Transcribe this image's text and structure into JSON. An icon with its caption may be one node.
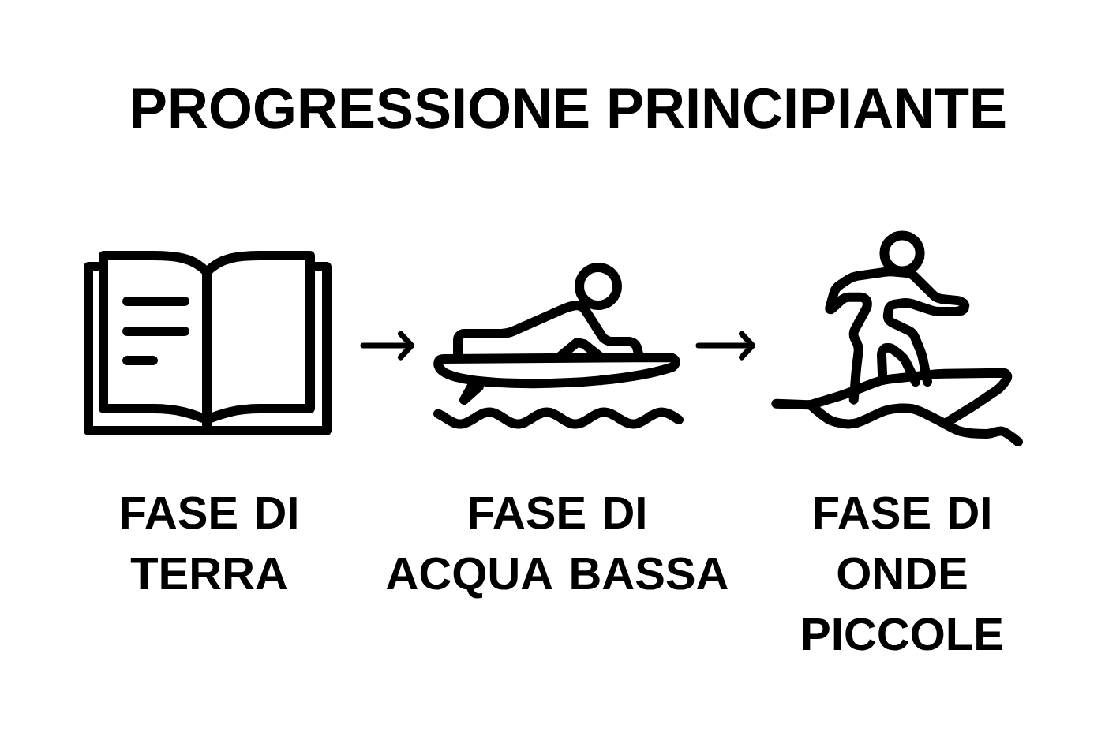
{
  "diagram": {
    "title": "PROGRESSIONE PRINCIPIANTE",
    "nodes": [
      {
        "text": [],
        "shape": "picture",
        "beside": [
          "FASE DI TERRA"
        ]
      },
      {
        "text": [],
        "shape": "picture",
        "beside": [
          "FASE DI ACQUA BASSA"
        ]
      },
      {
        "text": [],
        "shape": "picture",
        "beside": [
          "FASE DI ONDE PICCOLE"
        ]
      }
    ],
    "edges": [
      {
        "from": 0,
        "to": 1,
        "arrow": "to"
      },
      {
        "from": 1,
        "to": 2,
        "arrow": "to"
      }
    ]
  }
}
